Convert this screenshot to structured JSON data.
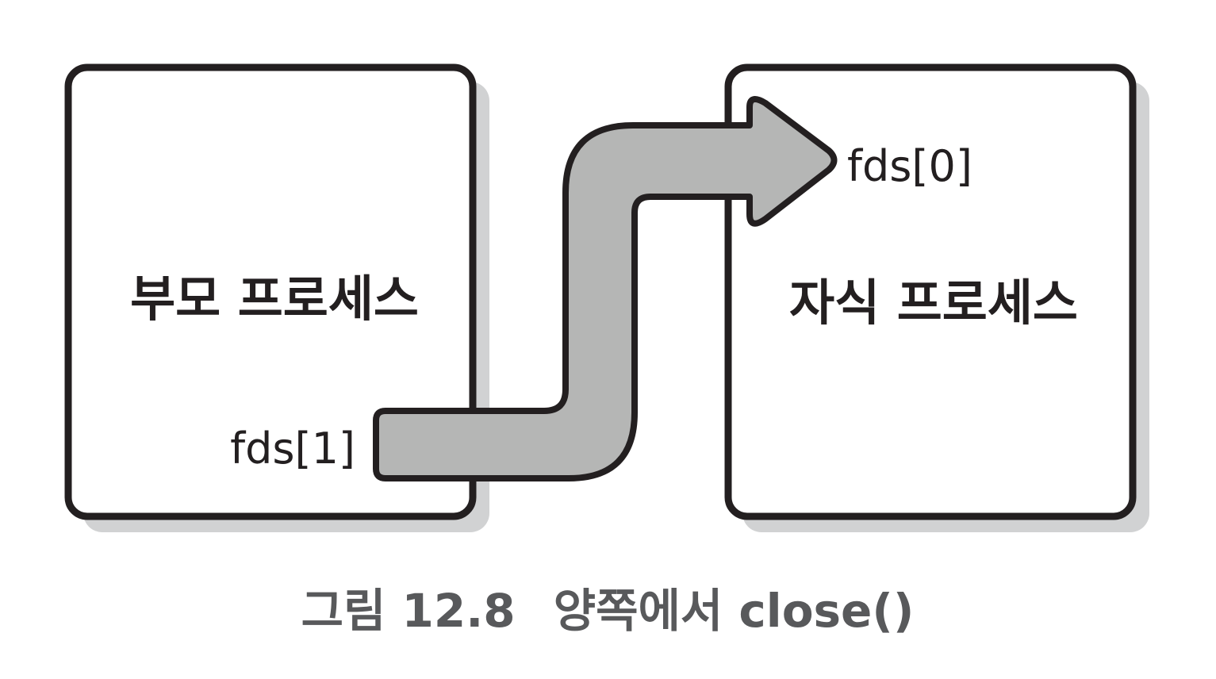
{
  "parent_process": {
    "title": "부모 프로세스",
    "fd_label": "fds[1]"
  },
  "child_process": {
    "title": "자식 프로세스",
    "fd_label": "fds[0]"
  },
  "caption": {
    "figure_number": "그림 12.8",
    "text": "양쪽에서 close()"
  },
  "colors": {
    "stroke": "#231f20",
    "box_fill": "#ffffff",
    "shadow": "#d1d2d3",
    "pipe_fill": "#b5b6b5",
    "caption": "#58595b"
  }
}
